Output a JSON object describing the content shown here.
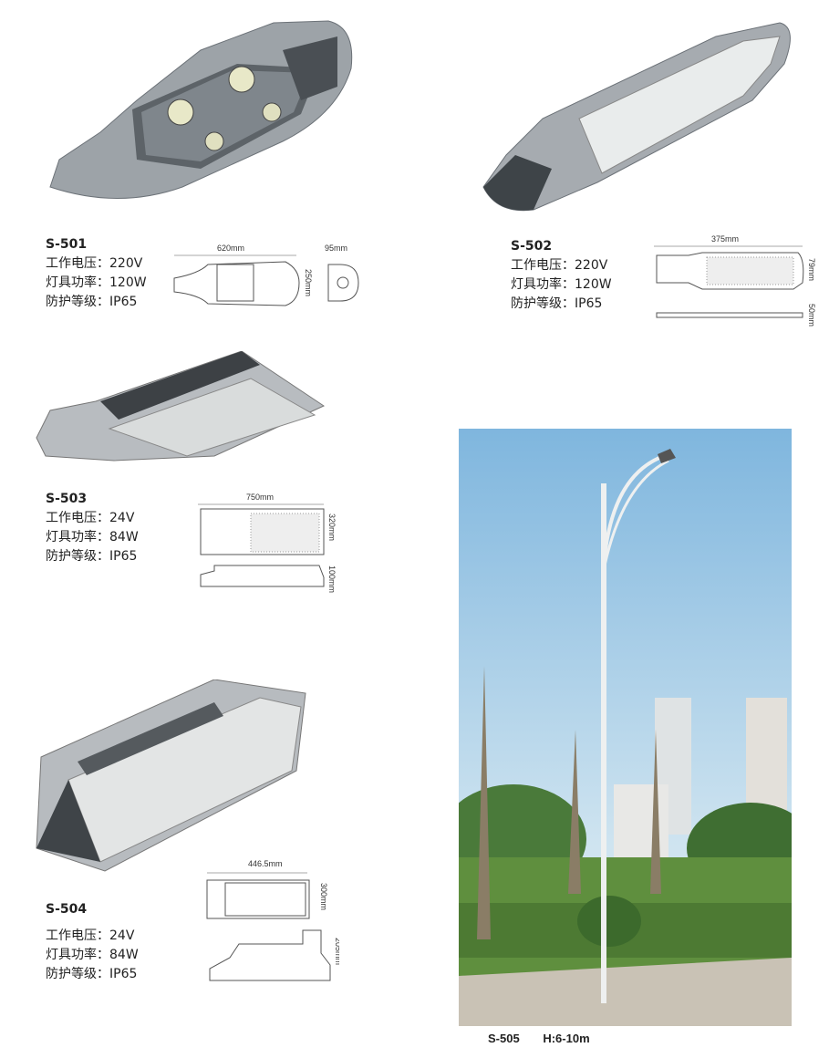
{
  "products": [
    {
      "model": "S-501",
      "voltage": "工作电压：220V",
      "power": "灯具功率：120W",
      "protection": "防护等级：IP65",
      "dims": {
        "length": "620mm",
        "width": "250mm",
        "height": "95mm"
      }
    },
    {
      "model": "S-502",
      "voltage": "工作电压：220V",
      "power": "灯具功率：120W",
      "protection": "防护等级：IP65",
      "dims": {
        "length": "375mm",
        "width": "79mm",
        "height": "50mm"
      }
    },
    {
      "model": "S-503",
      "voltage": "工作电压：24V",
      "power": "灯具功率：84W",
      "protection": "防护等级：IP65",
      "dims": {
        "length": "750mm",
        "width": "320mm",
        "height": "100mm"
      }
    },
    {
      "model": "S-504",
      "voltage": "工作电压：24V",
      "power": "灯具功率：84W",
      "protection": "防护等级：IP65",
      "dims": {
        "length": "446.5mm",
        "width": "300mm",
        "height": "205mm"
      }
    }
  ],
  "photo": {
    "model": "S-505",
    "height_range": "H:6-10m"
  }
}
